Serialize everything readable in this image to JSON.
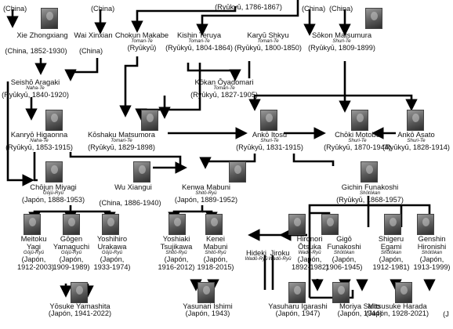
{
  "top": {
    "china_left": "(China)",
    "china_mid": "(China)",
    "ryukyu_top": "(Ryūkyū, 1786-1867)",
    "china_right_a": "(China)",
    "china_right_b": "(China)"
  },
  "nodes": {
    "xie": {
      "name": "Xie Zhongxiang",
      "line": "(China, 1852-1930)"
    },
    "wai": {
      "name": "Wai Xinxian",
      "line": "(China)"
    },
    "chokun": {
      "name": "Chokun Makabe",
      "style": "Tomari-Te",
      "line": "(Ryūkyū)"
    },
    "kishin": {
      "name": "Kishin Teruya",
      "style": "Tomari-Te",
      "line": "(Ryūkyū, 1804-1864)"
    },
    "karyu": {
      "name": "Karyū Shkyu",
      "style": "Tomari-Te",
      "line": "(Ryūkyū, 1800-1850)"
    },
    "sokon": {
      "name": "Sōkon Matsumura",
      "style": "Shuri-Te",
      "line": "(Ryūkyū, 1809-1899)"
    },
    "seisho": {
      "name": "Seishō Aragaki",
      "style": "Naha-Te",
      "line": "(Ryūkyū, 1840-1920)"
    },
    "kokan": {
      "name": "Kōkan Ōyadomari",
      "style": "Tomari-Te",
      "line": "(Ryūkyū, 1827-1905)"
    },
    "kanryo": {
      "name": "Kanryō Higaonna",
      "style": "Naha-Te",
      "line": "(Ryūkyū, 1853-1915)"
    },
    "kosaku": {
      "name": "Kōshaku Matsumora",
      "style": "Tomari-Te",
      "line": "(Ryūkyū, 1829-1898)"
    },
    "anko_itosu": {
      "name": "Ankō Itosu",
      "style": "Shuri-Te",
      "line": "(Ryūkyū, 1831-1915)"
    },
    "choki": {
      "name": "Chōki Motobu",
      "style": "Shuri-Te",
      "line": "(Ryūkyū, 1870-1944)"
    },
    "anko_asato": {
      "name": "Ankō Asato",
      "style": "Shuri-Te",
      "line": "(Ryūkyū, 1828-1914)"
    },
    "chojun": {
      "name": "Chōjun Miyagi",
      "style": "Gōjū-Ryū",
      "line": "(Japón, 1888-1953)"
    },
    "wu": {
      "name": "Wu Xiangui",
      "line": "(China, 1886-1940)"
    },
    "kenwa": {
      "name": "Kenwa Mabuni",
      "style": "Shitō-Ryū",
      "line": "(Japón, 1889-1952)"
    },
    "gichin": {
      "name": "Gichin Funakoshi",
      "style": "Shōtōkan",
      "line": "(Ryūkyū, 1868-1957)"
    },
    "meitoku": {
      "name1": "Meitoku",
      "name2": "Yagi",
      "style": "Gōjū-Ryū",
      "line1": "(Japón,",
      "line2": "1912-2003)"
    },
    "gogen": {
      "name1": "Gōgen",
      "name2": "Yamaguchi",
      "style": "Gōjū-Ryū",
      "line1": "(Japón,",
      "line2": "1909-1989)"
    },
    "yoshihiro": {
      "name1": "Yoshihiro",
      "name2": "Urakawa",
      "style": "Gōjū-Ryū",
      "line1": "(Japón,",
      "line2": "1933-1974)"
    },
    "yoshiaki": {
      "name1": "Yoshiaki",
      "name2": "Tsujikawa",
      "style": "Shitō-Ryū",
      "line1": "(Japón,",
      "line2": "1916-2012)"
    },
    "kenei": {
      "name1": "Kenei",
      "name2": "Mabuni",
      "style": "Shitō-Ryū",
      "line1": "(Japón,",
      "line2": "1918-2015)"
    },
    "hideki": {
      "name": "Hideki",
      "style": "Wadō-Ryū"
    },
    "jiroku": {
      "name": "Jiroku",
      "style": "Wadō-Ryū"
    },
    "hironori": {
      "name1": "Hironori",
      "name2": "Ōtsuka",
      "style": "Wadō-Ryū",
      "line1": "(Japón,",
      "line2": "1892-1982)"
    },
    "gigo": {
      "name1": "Gigō",
      "name2": "Funakoshi",
      "style": "Shōtōkan",
      "line1": "(Japón,",
      "line2": "1906-1945)"
    },
    "shigeru": {
      "name1": "Shigeru",
      "name2": "Egami",
      "style": "Shōtōkan",
      "line1": "(Japón,",
      "line2": "1912-1981)"
    },
    "genshin": {
      "name1": "Genshin",
      "name2": "Hironishi",
      "style": "Shōtōkan",
      "line1": "(Japón,",
      "line2": "1913-1999)"
    },
    "yosuke": {
      "name": "Yōsuke Yamashita",
      "line": "(Japón, 1941-2022)"
    },
    "yasunari": {
      "name": "Yasunari Ishimi",
      "line": "(Japón, 1943)"
    },
    "yasuharu": {
      "name": "Yasuharu Igarashi",
      "line": "(Japón, 1947)"
    },
    "moriya": {
      "name": "Moriya Saito",
      "line": "(Japón, 1944)"
    },
    "mitsusuke": {
      "name": "Mitsusuke Harada",
      "line": "(Japón, 1928-2021)"
    },
    "extra": {
      "line": "(J"
    }
  }
}
